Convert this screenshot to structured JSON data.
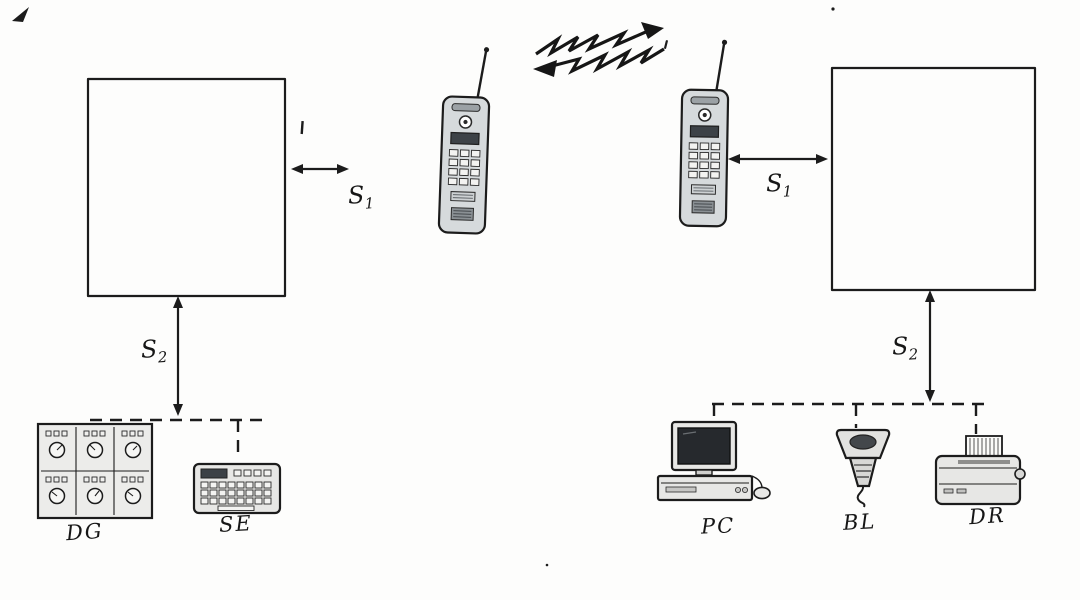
{
  "labels": {
    "s1": {
      "base": "S",
      "sub": "1"
    },
    "s2": {
      "base": "S",
      "sub": "2"
    },
    "left_device": "DG",
    "left_keypad": "SE",
    "right_pc": "PC",
    "right_scanner": "BL",
    "right_printer": "DR"
  },
  "icons": {
    "mobile_phone_left": "mobile-phone-icon",
    "mobile_phone_right": "mobile-phone-icon",
    "radio_link": "lightning-zigzag-arrows-icon",
    "dg": "control-panel-icon",
    "se": "keypad-terminal-icon",
    "pc": "desktop-pc-icon",
    "bl": "barcode-scanner-icon",
    "dr": "printer-icon"
  },
  "colors": {
    "ink": "#1c1c1c",
    "paper": "#fdfdfc",
    "device_fill": "#e7e7e5",
    "screen_fill": "#26292d"
  }
}
